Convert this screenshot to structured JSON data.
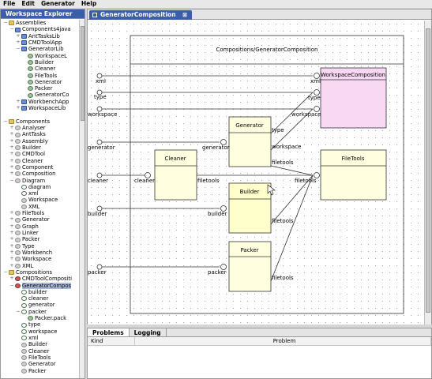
{
  "menubar": {
    "items": [
      "File",
      "Edit",
      "Generator",
      "Help"
    ]
  },
  "explorer": {
    "title": "Workspace Explorer",
    "items": [
      {
        "label": "Assemblies",
        "depth": 0,
        "icon": "folder",
        "exp": "−"
      },
      {
        "label": "Components4java",
        "depth": 1,
        "icon": "jar",
        "exp": "−"
      },
      {
        "label": "AntTasksLib",
        "depth": 2,
        "icon": "jar",
        "exp": "+"
      },
      {
        "label": "CMDToolApp",
        "depth": 2,
        "icon": "jar",
        "exp": "+"
      },
      {
        "label": "GeneratorLib",
        "depth": 2,
        "icon": "jar",
        "exp": "−"
      },
      {
        "label": "WorkspaceL",
        "depth": 3,
        "icon": "comp",
        "exp": ""
      },
      {
        "label": "Builder",
        "depth": 3,
        "icon": "comp",
        "exp": ""
      },
      {
        "label": "Cleaner",
        "depth": 3,
        "icon": "comp",
        "exp": ""
      },
      {
        "label": "FileTools",
        "depth": 3,
        "icon": "comp",
        "exp": ""
      },
      {
        "label": "Generator",
        "depth": 3,
        "icon": "comp",
        "exp": ""
      },
      {
        "label": "Packer",
        "depth": 3,
        "icon": "comp",
        "exp": ""
      },
      {
        "label": "GeneratorCo",
        "depth": 3,
        "icon": "comp",
        "exp": ""
      },
      {
        "label": "WorkbenchApp",
        "depth": 2,
        "icon": "jar",
        "exp": "+"
      },
      {
        "label": "WorkspaceLib",
        "depth": 2,
        "icon": "jar",
        "exp": "+"
      },
      {
        "label": "",
        "depth": 0,
        "icon": "",
        "exp": ""
      },
      {
        "label": "Components",
        "depth": 0,
        "icon": "folder",
        "exp": "−"
      },
      {
        "label": "Analyser",
        "depth": 1,
        "icon": "leaf",
        "exp": "+"
      },
      {
        "label": "AntTasks",
        "depth": 1,
        "icon": "leaf",
        "exp": "+"
      },
      {
        "label": "Assembly",
        "depth": 1,
        "icon": "leaf",
        "exp": "+"
      },
      {
        "label": "Builder",
        "depth": 1,
        "icon": "leaf",
        "exp": "+"
      },
      {
        "label": "CMDTool",
        "depth": 1,
        "icon": "leaf",
        "exp": "+"
      },
      {
        "label": "Cleaner",
        "depth": 1,
        "icon": "leaf",
        "exp": "+"
      },
      {
        "label": "Component",
        "depth": 1,
        "icon": "leaf",
        "exp": "+"
      },
      {
        "label": "Composition",
        "depth": 1,
        "icon": "leaf",
        "exp": "+"
      },
      {
        "label": "Diagram",
        "depth": 1,
        "icon": "leaf",
        "exp": "−"
      },
      {
        "label": "diagram",
        "depth": 2,
        "icon": "port",
        "exp": ""
      },
      {
        "label": "xml",
        "depth": 2,
        "icon": "port",
        "exp": ""
      },
      {
        "label": "Workspace",
        "depth": 2,
        "icon": "leaf",
        "exp": ""
      },
      {
        "label": "XML",
        "depth": 2,
        "icon": "leaf",
        "exp": ""
      },
      {
        "label": "FileTools",
        "depth": 1,
        "icon": "leaf",
        "exp": "+"
      },
      {
        "label": "Generator",
        "depth": 1,
        "icon": "leaf",
        "exp": "+"
      },
      {
        "label": "Graph",
        "depth": 1,
        "icon": "leaf",
        "exp": "+"
      },
      {
        "label": "Linker",
        "depth": 1,
        "icon": "leaf",
        "exp": "+"
      },
      {
        "label": "Packer",
        "depth": 1,
        "icon": "leaf",
        "exp": "+"
      },
      {
        "label": "Type",
        "depth": 1,
        "icon": "leaf",
        "exp": "+"
      },
      {
        "label": "Workbench",
        "depth": 1,
        "icon": "leaf",
        "exp": "+"
      },
      {
        "label": "Workspace",
        "depth": 1,
        "icon": "leaf",
        "exp": "+"
      },
      {
        "label": "XML",
        "depth": 1,
        "icon": "leaf",
        "exp": "+"
      },
      {
        "label": "Compositions",
        "depth": 0,
        "icon": "folder",
        "exp": "−"
      },
      {
        "label": "CMDToolCompositi",
        "depth": 1,
        "icon": "red",
        "exp": "+"
      },
      {
        "label": "GeneratorCompos",
        "depth": 1,
        "icon": "red",
        "exp": "−",
        "selected": true
      },
      {
        "label": "builder",
        "depth": 2,
        "icon": "port",
        "exp": ""
      },
      {
        "label": "cleaner",
        "depth": 2,
        "icon": "port",
        "exp": ""
      },
      {
        "label": "generator",
        "depth": 2,
        "icon": "port",
        "exp": ""
      },
      {
        "label": "packer",
        "depth": 2,
        "icon": "port",
        "exp": "−"
      },
      {
        "label": "Packer.pack",
        "depth": 3,
        "icon": "comp",
        "exp": ""
      },
      {
        "label": "type",
        "depth": 2,
        "icon": "port",
        "exp": ""
      },
      {
        "label": "workspace",
        "depth": 2,
        "icon": "port",
        "exp": ""
      },
      {
        "label": "xml",
        "depth": 2,
        "icon": "port",
        "exp": ""
      },
      {
        "label": "Builder",
        "depth": 2,
        "icon": "leaf",
        "exp": ""
      },
      {
        "label": "Cleaner",
        "depth": 2,
        "icon": "leaf",
        "exp": ""
      },
      {
        "label": "FileTools",
        "depth": 2,
        "icon": "leaf",
        "exp": ""
      },
      {
        "label": "Generator",
        "depth": 2,
        "icon": "leaf",
        "exp": ""
      },
      {
        "label": "Packer",
        "depth": 2,
        "icon": "leaf",
        "exp": ""
      }
    ]
  },
  "editor": {
    "tab_label": "GeneratorComposition",
    "close_glyph": "⊠"
  },
  "diagram": {
    "title": "Compositions/GeneratorComposition",
    "outer_ports": [
      "xml",
      "type",
      "workspace",
      "generator",
      "cleaner",
      "builder",
      "packer"
    ],
    "workspace_composition": {
      "title": "WorkspaceComposition",
      "ports": [
        "xml",
        "type",
        "workspace"
      ]
    },
    "generator": {
      "title": "Generator",
      "in_port": "generator",
      "out_ports": [
        "type",
        "workspace",
        "filetools"
      ]
    },
    "cleaner": {
      "title": "Cleaner",
      "in_port": "cleaner",
      "out_port": "filetools"
    },
    "builder": {
      "title": "Builder",
      "in_port": "builder",
      "out_port": "filetools"
    },
    "packer": {
      "title": "Packer",
      "in_port": "packer",
      "out_port": "filetools"
    },
    "filetools": {
      "title": "FileTools",
      "in_port": "filetools"
    },
    "colors": {
      "box_fill": "#ffffe0",
      "workspace_fill": "#f8d8f2",
      "builder_fill": "#ffffcc",
      "line": "#303030"
    }
  },
  "bottom": {
    "tabs": [
      "Problems",
      "Logging"
    ],
    "columns": [
      "Kind",
      "Problem"
    ]
  }
}
